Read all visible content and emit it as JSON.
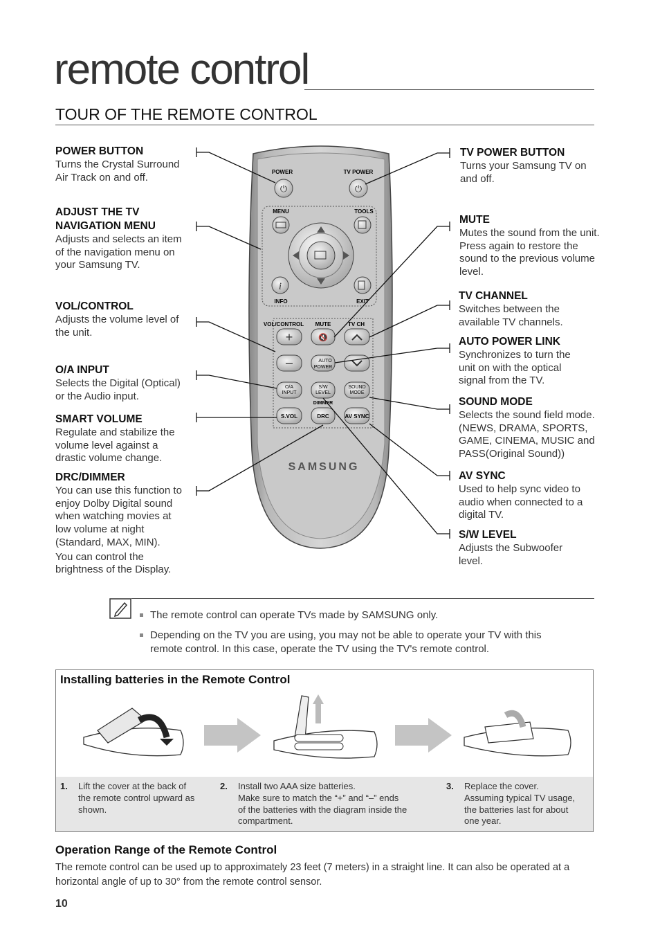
{
  "header": {
    "chapter_title": "remote control",
    "section_title": "TOUR OF THE REMOTE CONTROL"
  },
  "left_callouts": [
    {
      "label": "POWER BUTTON",
      "desc": [
        "Turns the Crystal Surround",
        "Air Track on and off."
      ]
    },
    {
      "label": "ADJUST THE TV",
      "label2": "NAVIGATION MENU",
      "desc": [
        "Adjusts and selects an item",
        "of the navigation menu on",
        "your Samsung TV."
      ]
    },
    {
      "label": "VOL/CONTROL",
      "desc": [
        "Adjusts the volume level of",
        "the unit."
      ]
    },
    {
      "label": "O/A INPUT",
      "desc": [
        "Selects the Digital (Optical)",
        "or the Audio input."
      ]
    },
    {
      "label": "SMART VOLUME",
      "desc": [
        "Regulate and stabilize the",
        "volume level against a",
        "drastic volume change."
      ]
    },
    {
      "label": "DRC/DIMMER",
      "desc": [
        "You can use this function to",
        "enjoy Dolby Digital sound",
        "when watching movies at",
        "low volume at night",
        "(Standard, MAX, MIN).",
        "You can control the",
        "brightness of  the Display."
      ]
    }
  ],
  "right_callouts": [
    {
      "label": "TV POWER BUTTON",
      "desc": [
        "Turns your Samsung TV on",
        "and off."
      ]
    },
    {
      "label": "MUTE",
      "desc": [
        "Mutes the sound from the unit.",
        "Press again to restore the",
        "sound to the previous volume",
        "level."
      ]
    },
    {
      "label": "TV CHANNEL",
      "desc": [
        "Switches between the",
        "available TV channels."
      ]
    },
    {
      "label": "AUTO POWER LINK",
      "desc": [
        "Synchronizes to turn the",
        "unit on with the optical",
        "signal from the TV."
      ]
    },
    {
      "label": "SOUND MODE",
      "desc": [
        "Selects the sound field mode.",
        "(NEWS, DRAMA, SPORTS,",
        "GAME, CINEMA, MUSIC and",
        "PASS(Original Sound))"
      ]
    },
    {
      "label": "AV SYNC",
      "desc": [
        "Used to help sync video to",
        "audio when connected to a",
        "digital TV."
      ]
    },
    {
      "label": "S/W LEVEL",
      "desc": [
        "Adjusts the Subwoofer",
        "level."
      ]
    }
  ],
  "remote": {
    "keys": {
      "power": "POWER",
      "tv_power": "TV POWER",
      "menu": "MENU",
      "tools": "TOOLS",
      "info": "INFO",
      "exit": "EXIT",
      "vol_control": "VOL/CONTROL",
      "mute": "MUTE",
      "tv_ch": "TV CH",
      "auto_power_1": "AUTO",
      "auto_power_2": "POWER",
      "oa_input_1": "O/A",
      "oa_input_2": "INPUT",
      "sw_level_1": "S/W",
      "sw_level_2": "LEVEL",
      "sound_mode_1": "SOUND",
      "sound_mode_2": "MODE",
      "dimmer": "DIMMER",
      "svol": "S.VOL",
      "drc": "DRC",
      "av_sync": "AV SYNC"
    },
    "brand": "SAMSUNG"
  },
  "notes": [
    [
      "The remote control can operate TVs made by SAMSUNG only."
    ],
    [
      "Depending on the TV you are using, you may not be able to operate your TV with this",
      "remote control. In this case, operate the TV using the TV's remote control."
    ]
  ],
  "batteries": {
    "title": "Installing batteries in the Remote Control",
    "steps": [
      {
        "num": "1.",
        "lines": [
          "Lift the cover at the back of",
          "the remote control upward as",
          "shown."
        ]
      },
      {
        "num": "2.",
        "lines": [
          "Install two AAA size batteries.",
          "Make sure to match the “+” and “–” ends",
          "of the batteries with the diagram inside the",
          "compartment."
        ]
      },
      {
        "num": "3.",
        "lines": [
          "Replace the cover.",
          "Assuming typical TV usage,",
          "the batteries last for about",
          "one year."
        ]
      }
    ]
  },
  "operation_range": {
    "title": "Operation Range of the Remote Control",
    "text": "The remote control can be used up to approximately 23 feet (7 meters) in a straight line. It can also be operated at a horizontal angle of up to 30° from the remote control sensor."
  },
  "page_number": "10"
}
